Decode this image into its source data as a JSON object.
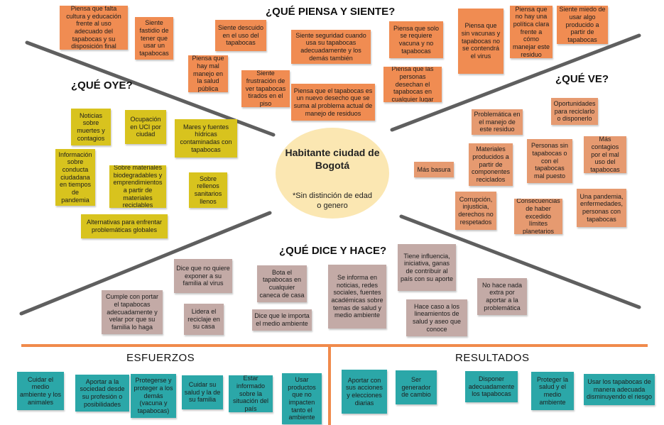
{
  "headings": {
    "piensa": "¿QUÉ PIENSA Y SIENTE?",
    "oye": "¿QUÉ OYE?",
    "ve": "¿QUÉ VE?",
    "dice": "¿QUÉ DICE Y HACE?",
    "esfuerzos": "ESFUERZOS",
    "resultados": "RESULTADOS"
  },
  "center": {
    "title": "Habitante ciudad de Bogotá",
    "subtitle": "*Sin distinción de edad o genero"
  },
  "colors": {
    "line": "#5f5f5f",
    "divider": "#f08a4b",
    "piensa_note": "#f08c52",
    "ve_note": "#e69a70",
    "oye_note": "#d8c31e",
    "dice_note": "#c3aaa6",
    "bottom_note": "#2ba7a8",
    "center_circle": "#fbe7b2"
  },
  "piensa": [
    "Piensa que falta cultura y educación frente al uso adecuado del tapabocas y su disposición final",
    "Siente fastidio de tener que usar un tapabocas",
    "Siente descuido en el uso del tapabocas",
    "Piensa que hay mal manejo en la salud pública",
    "Siente frustración de ver tapabocas tirados en el piso",
    "Siente seguridad cuando usa su tapabocas adecuadamente y los demás también",
    "Piensa que el tapabocas es un nuevo desecho que se suma al problema actual de manejo de residuos",
    "Piensa que solo se requiere vacuna y no tapabocas",
    "Piensa que las personas desechan el tapabocas en cualquier lugar",
    "Piensa que sin vacunas y tapabocas no se contendrá el virus",
    "Piensa que no hay una política clara frente a cómo manejar este residuo",
    "Siente miedo de usar algo producido a partir de tapabocas"
  ],
  "oye": [
    "Noticias sobre muertes y contagios",
    "Ocupación en UCI por ciudad",
    "Mares y fuentes hídricas contaminadas con tapabocas",
    "Información sobre conducta ciudadana en tiempos de pandemia",
    "Sobre materiales biodegradables y emprendimientos a partir de materiales reciclables",
    "Sobre rellenos sanitarios llenos",
    "Alternativas para enfrentar problemáticas globales"
  ],
  "ve": [
    "Oportunidades para reciclarlo o disponerlo",
    "Problemática en el manejo de este residuo",
    "Materiales producidos a partir de componentes reciclados",
    "Personas sin tapabocas o con el tapabocas mal puesto",
    "Más contagios por el mal uso del tapabocas",
    "Más basura",
    "Corrupción, injusticia, derechos no respetados",
    "Consecuencias de haber excedido límites planetarios",
    "Una pandemia, enfermedades, personas con tapabocas"
  ],
  "dice": [
    "Dice que no quiere exponer a su familia al virus",
    "Bota el tapabocas en cualquier caneca de casa",
    "Se informa en noticias, redes sociales, fuentes académicas sobre temas de salud y medio ambiente",
    "Tiene influencia, iniciativa, ganas de contribuir al país con su aporte",
    "Cumple con portar el tapabocas adecuadamente y velar por que su familia lo haga",
    "Lidera el reciclaje en su casa",
    "Dice que le importa el medio ambiente",
    "No hace nada extra por aportar a la problemática",
    "Hace caso a los lineamientos de salud y aseo que conoce"
  ],
  "esfuerzos": [
    "Cuidar el medio ambiente y los animales",
    "Aportar a la sociedad desde su profesión o posibilidades",
    "Protegerse y proteger a los demás (vacuna y tapabocas)",
    "Cuidar su salud y la de su familia",
    "Estar informado sobre la situación del país",
    "Usar productos que no impacten tanto el ambiente",
    "Aportar con sus acciones y elecciones diarias",
    "Ser generador de cambio"
  ],
  "resultados": [
    "Disponer adecuadamente los tapabocas",
    "Proteger la salud y el medio ambiente",
    "Usar los tapabocas de manera adecuada disminuyendo el riesgo"
  ]
}
